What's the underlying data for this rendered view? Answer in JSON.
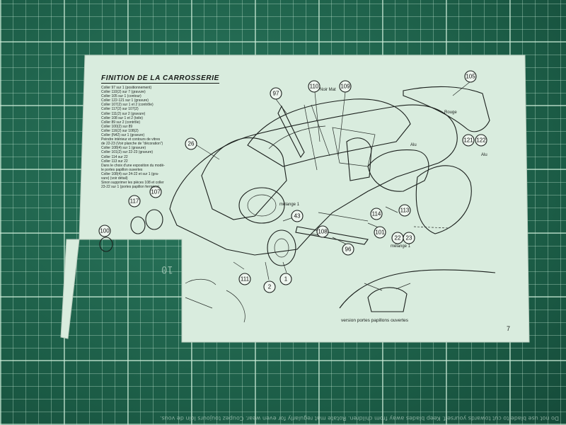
{
  "sheet": {
    "title": "FINITION DE LA CARROSSERIE",
    "instructions": [
      "Coller 97 sur 1 (positionnement)",
      "Coller 110(2) sur 7 (gravure)",
      "Coller 105 sur 1 (contour)",
      "Coller 122-121 sur 1 (gravure)",
      "Coller 107(2) sur 1 et 2 (contrôle)",
      "Coller 117(2) sur 107(2)",
      "Coller 111(2) sur 2 (gravure)",
      "Coller 108 sur 1 et 2 (toile)",
      "Coller 89 sur 2 (contrôle)",
      "Coller 100(2) sur 89",
      "Coller 116(2) sur 108(2)",
      "Coller (N42) sur 1 (gravure)",
      "Peindre intérieur et contours de vitres",
      "de 22-23 (Voir planche de \"décoration\")",
      "Coller 108(4) sur 1 (gravure)",
      "Coller 101(2) sur 22-23 (gravure)",
      "Coller 114 sur 22",
      "Coller 113 sur 22",
      "Dans le choix d'une exposition du modè-",
      "le portes papillon ouvertes",
      "Coller 108(4) sur 24-22 et sur 1 (gra-",
      "vure) (voir détail)",
      "Sinon supprimer les pièces 108 et coller",
      "23-22 sur 1 (portes papillon fermées)"
    ],
    "annotations": {
      "noir_mat": "Noir Mat",
      "rouge": "Rouge",
      "alu_top": "Alu",
      "alu_right": "Alu",
      "melange_1a": "mélange 1",
      "melange_1b": "mélange 1"
    },
    "caption": "version portes papillons ouvertes",
    "page_number": "7",
    "part_labels": [
      "97",
      "110",
      "109",
      "105",
      "26",
      "121",
      "122",
      "117",
      "107",
      "43",
      "114",
      "113",
      "101",
      "22",
      "23",
      "108",
      "96",
      "100",
      "111",
      "2",
      "1"
    ]
  },
  "mat": {
    "edge_text": "Do not use blade to cut towards yourself. Keep blades away from children. Rotate mat regularly for even wear. Coupez toujours loin de vous.",
    "numbers": [
      "10",
      "10"
    ]
  },
  "colors": {
    "mat": "#1f6a52",
    "paper": "#d9ecde",
    "ink": "#1a1f1c"
  }
}
